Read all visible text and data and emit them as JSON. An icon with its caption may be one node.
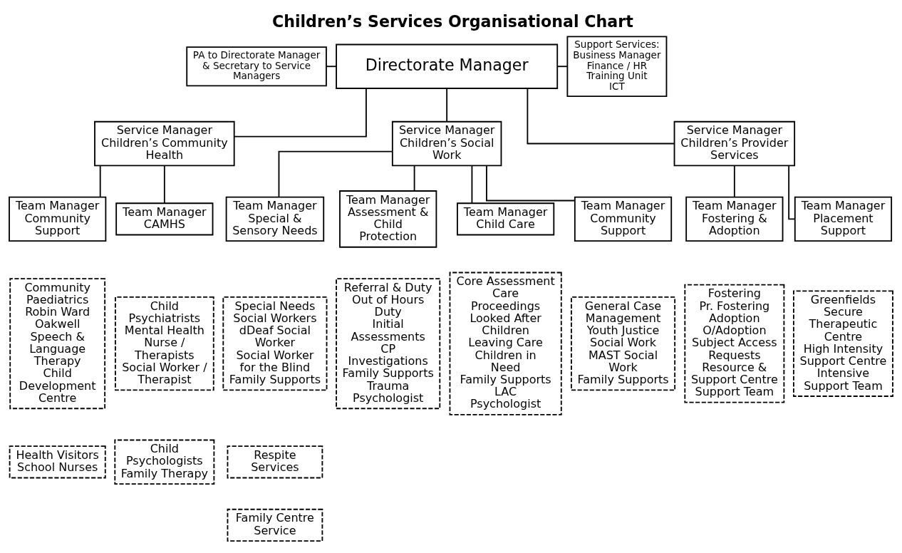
{
  "diagram": {
    "title": "Children’s Services Organisational Chart",
    "nodes": [
      {
        "text": [
          "PA to Directorate Manager & Secretary to Service Managers"
        ]
      },
      {
        "text": [
          "Directorate Manager"
        ]
      },
      {
        "text": [
          "Support Services:",
          "Business Manager",
          "Finance / HR",
          "Training Unit",
          "ICT"
        ]
      },
      {
        "text": [
          "Service Manager Children’s Community Health"
        ]
      },
      {
        "text": [
          "Service Manager Children’s Social Work"
        ]
      },
      {
        "text": [
          "Service Manager Children’s Provider Services"
        ]
      },
      {
        "text": [
          "Team Manager Community Support"
        ]
      },
      {
        "text": [
          "Team Manager CAMHS"
        ]
      },
      {
        "text": [
          "Team Manager Special & Sensory Needs"
        ]
      },
      {
        "text": [
          "Team Manager Assessment & Child Protection"
        ]
      },
      {
        "text": [
          "Team Manager Child Care"
        ]
      },
      {
        "text": [
          "Team Manager Community Support"
        ]
      },
      {
        "text": [
          "Team Manager Fostering & Adoption"
        ]
      },
      {
        "text": [
          "Team Manager Placement Support"
        ]
      },
      {
        "text": [
          "Community Paediatrics",
          "Robin Ward Oakwell",
          "Speech & Language Therapy",
          "Child Development Centre"
        ]
      },
      {
        "text": [
          "Health Visitors",
          "School Nurses"
        ]
      },
      {
        "text": [
          "Child Psychiatrists",
          "Mental Health Nurse / Therapists",
          "Social Worker / Therapist"
        ]
      },
      {
        "text": [
          "Child Psychologists",
          "Family Therapy"
        ]
      },
      {
        "text": [
          "Special Needs Social Workers",
          "dDeaf Social Worker",
          "Social Worker for the Blind",
          "Family Supports"
        ]
      },
      {
        "text": [
          "Respite Services"
        ]
      },
      {
        "text": [
          "Family Centre Service"
        ]
      },
      {
        "text": [
          "Referral & Duty",
          "Out of Hours Duty",
          "Initial Assessments",
          "CP Investigations",
          "Family Supports",
          "Trauma Psychologist"
        ]
      },
      {
        "text": [
          "Core Assessment",
          "Care Proceedings",
          "Looked After Children",
          "Leaving Care",
          "Children in Need",
          "Family Supports",
          "LAC Psychologist"
        ]
      },
      {
        "text": [
          "General Case Management",
          "Youth Justice Social Work",
          "MAST Social Work",
          "Family Supports"
        ]
      },
      {
        "text": [
          "Fostering",
          "Pr. Fostering",
          "Adoption",
          "O/Adoption",
          "Subject Access Requests",
          "Resource & Support Centre",
          "Support Team"
        ]
      },
      {
        "text": [
          "Greenfields Secure Therapeutic Centre",
          "High Intensity Support Centre",
          "Intensive Support Team"
        ]
      }
    ],
    "edges": [
      {
        "from": 0,
        "to": 1,
        "arrow": "none"
      },
      {
        "from": 1,
        "to": 2,
        "arrow": "none"
      },
      {
        "from": 1,
        "to": 3,
        "arrow": "none"
      },
      {
        "from": 1,
        "to": 4,
        "arrow": "none"
      },
      {
        "from": 1,
        "to": 5,
        "arrow": "none"
      },
      {
        "from": 3,
        "to": 6,
        "arrow": "none"
      },
      {
        "from": 3,
        "to": 7,
        "arrow": "none"
      },
      {
        "from": 4,
        "to": 8,
        "arrow": "none"
      },
      {
        "from": 4,
        "to": 9,
        "arrow": "none"
      },
      {
        "from": 4,
        "to": 10,
        "arrow": "none"
      },
      {
        "from": 4,
        "to": 11,
        "arrow": "none"
      },
      {
        "from": 5,
        "to": 12,
        "arrow": "none"
      },
      {
        "from": 5,
        "to": 13,
        "arrow": "none"
      }
    ]
  }
}
